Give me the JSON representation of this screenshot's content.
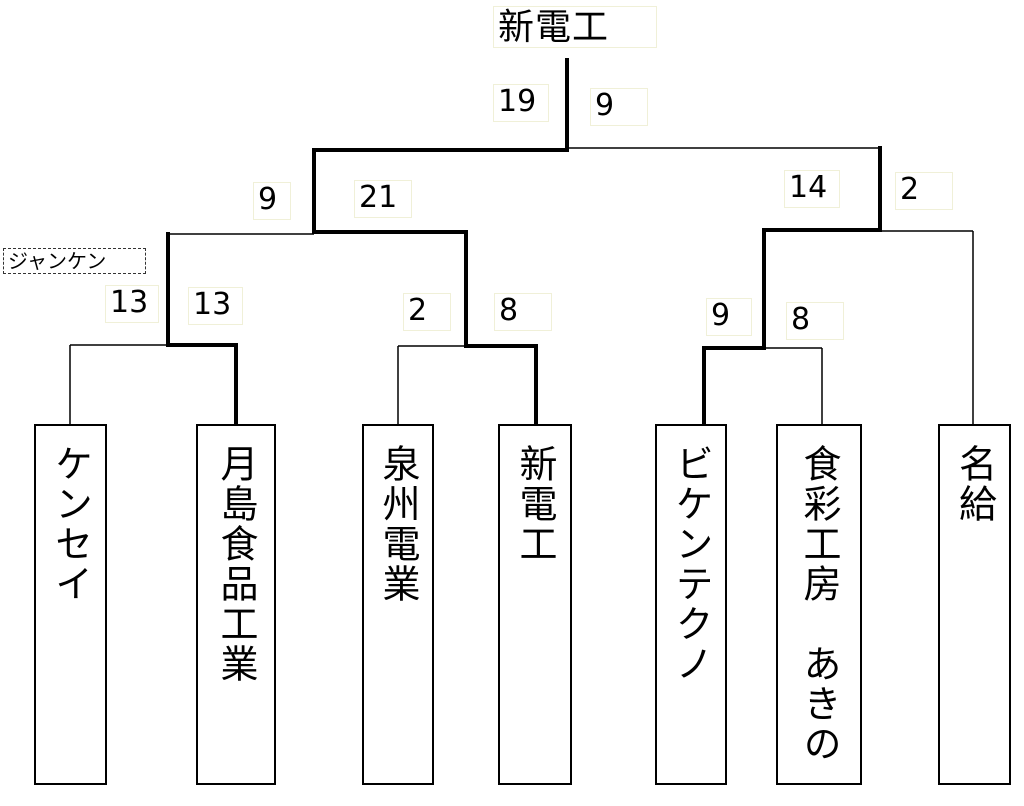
{
  "champion": "新電工",
  "note": "ジャンケン",
  "teams": [
    "ケンセイ",
    "月島食品工業",
    "泉州電業",
    "新電工",
    "ビケンテクノ",
    "食彩工房　あきの",
    "名給"
  ],
  "scores": {
    "r1_kensei": "13",
    "r1_tsukishima": "13",
    "r1_senshu": "2",
    "r1_shindenko": "8",
    "r1_biken": "9",
    "r1_shokusai": "8",
    "r2_left_a": "9",
    "r2_left_b": "21",
    "r2_right_a": "14",
    "r2_right_b": "2",
    "final_left": "19",
    "final_right": "9"
  }
}
